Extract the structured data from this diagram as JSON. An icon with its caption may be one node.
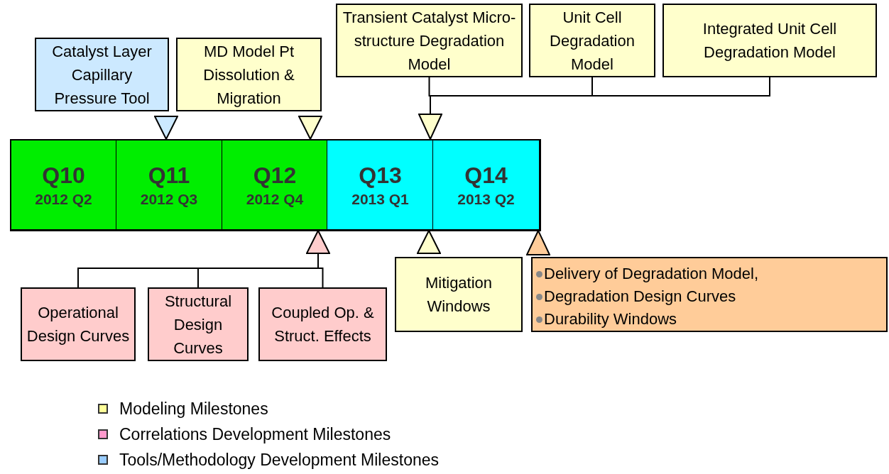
{
  "diagram": {
    "nodes": [
      {
        "text": [
          "Q10",
          "2012 Q2"
        ]
      },
      {
        "text": [
          "Q11",
          "2012 Q3"
        ]
      },
      {
        "text": [
          "Q12",
          "2012 Q4"
        ]
      },
      {
        "text": [
          "Q13",
          "2013 Q1"
        ]
      },
      {
        "text": [
          "Q14",
          "2013 Q2"
        ]
      },
      {
        "text": [
          "Catalyst Layer Capillary Pressure Tool"
        ]
      },
      {
        "text": [
          "MD Model Pt Dissolution & Migration"
        ]
      },
      {
        "text": [
          "Transient Catalyst Micro-structure Degradation Model"
        ]
      },
      {
        "text": [
          "Unit Cell Degradation Model"
        ]
      },
      {
        "text": [
          "Integrated Unit Cell Degradation Model"
        ]
      },
      {
        "text": [],
        "shape": "triangle"
      },
      {
        "text": [],
        "shape": "triangle"
      },
      {
        "text": [],
        "shape": "triangle"
      },
      {
        "text": [],
        "shape": "triangle"
      },
      {
        "text": [],
        "shape": "triangle"
      },
      {
        "text": [],
        "shape": "triangle"
      },
      {
        "text": [
          "Operational Design Curves"
        ]
      },
      {
        "text": [
          "Structural Design Curves"
        ]
      },
      {
        "text": [
          "Coupled Op. & Struct. Effects"
        ]
      },
      {
        "text": [
          "Mitigation Windows"
        ]
      },
      {
        "text": [
          "Delivery of Degradation Model,",
          "Degradation Design Curves",
          "Durability Windows"
        ]
      }
    ],
    "edges": [
      {
        "from": 7,
        "to": 12,
        "arrow": "none"
      },
      {
        "from": 8,
        "to": 12,
        "arrow": "none"
      },
      {
        "from": 9,
        "to": 12,
        "arrow": "none"
      },
      {
        "from": 16,
        "to": 13,
        "arrow": "none"
      },
      {
        "from": 17,
        "to": 13,
        "arrow": "none"
      },
      {
        "from": 18,
        "to": 13,
        "arrow": "none"
      }
    ],
    "legend": [
      {
        "text": "Modeling Milestones",
        "color": "#ffff99"
      },
      {
        "text": "Correlations Development Milestones",
        "color": "#ff99cc"
      },
      {
        "text": "Tools/Methodology Development Milestones",
        "color": "#99ccff"
      }
    ]
  }
}
